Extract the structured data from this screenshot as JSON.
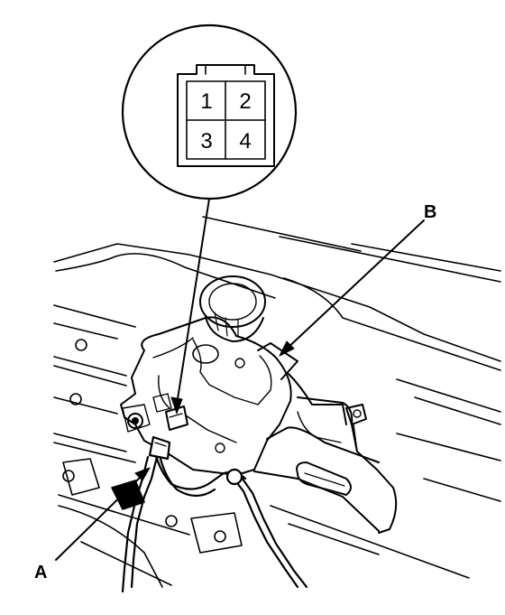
{
  "callouts": {
    "a": "A",
    "b": "B"
  },
  "connector_pins": [
    "1",
    "2",
    "3",
    "4"
  ],
  "colors": {
    "ink": "#000000",
    "paper": "#ffffff"
  }
}
